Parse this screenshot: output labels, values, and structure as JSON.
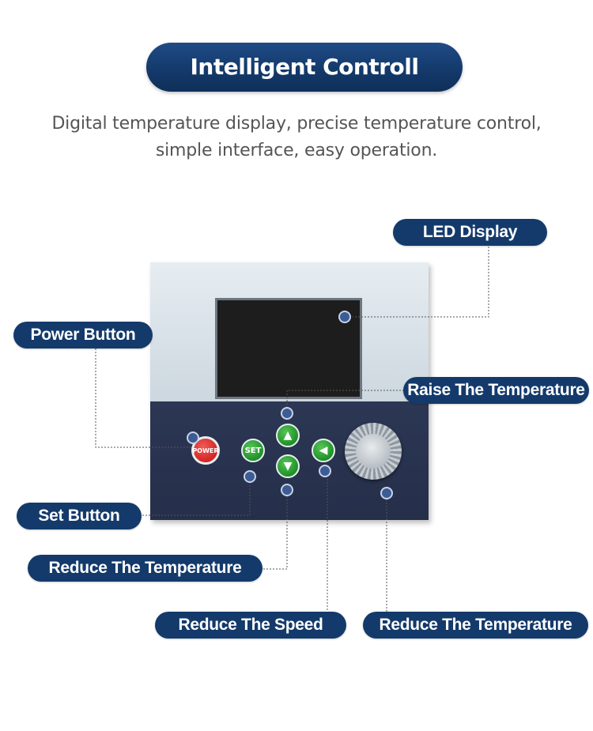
{
  "header": {
    "title": "Intelligent Controll System",
    "subtitle_line1": "Digital temperature display, precise temperature control,",
    "subtitle_line2": "simple interface, easy operation."
  },
  "labels": {
    "led_display": "LED Display",
    "power_button": "Power Button",
    "raise_temperature": "Raise The Temperature",
    "set_button": "Set Button",
    "reduce_temperature_left": "Reduce The Temperature",
    "reduce_speed": "Reduce The Speed",
    "reduce_temperature_right": "Reduce The Temperature"
  },
  "device": {
    "power_text": "POWER",
    "set_text": "SET",
    "up_symbol": "▲",
    "down_symbol": "▼",
    "left_symbol": "◀"
  },
  "colors": {
    "label_bg": "#143a6b",
    "device_panel": "#252f4a",
    "button_green": "#22952a",
    "button_red": "#d62a27"
  }
}
